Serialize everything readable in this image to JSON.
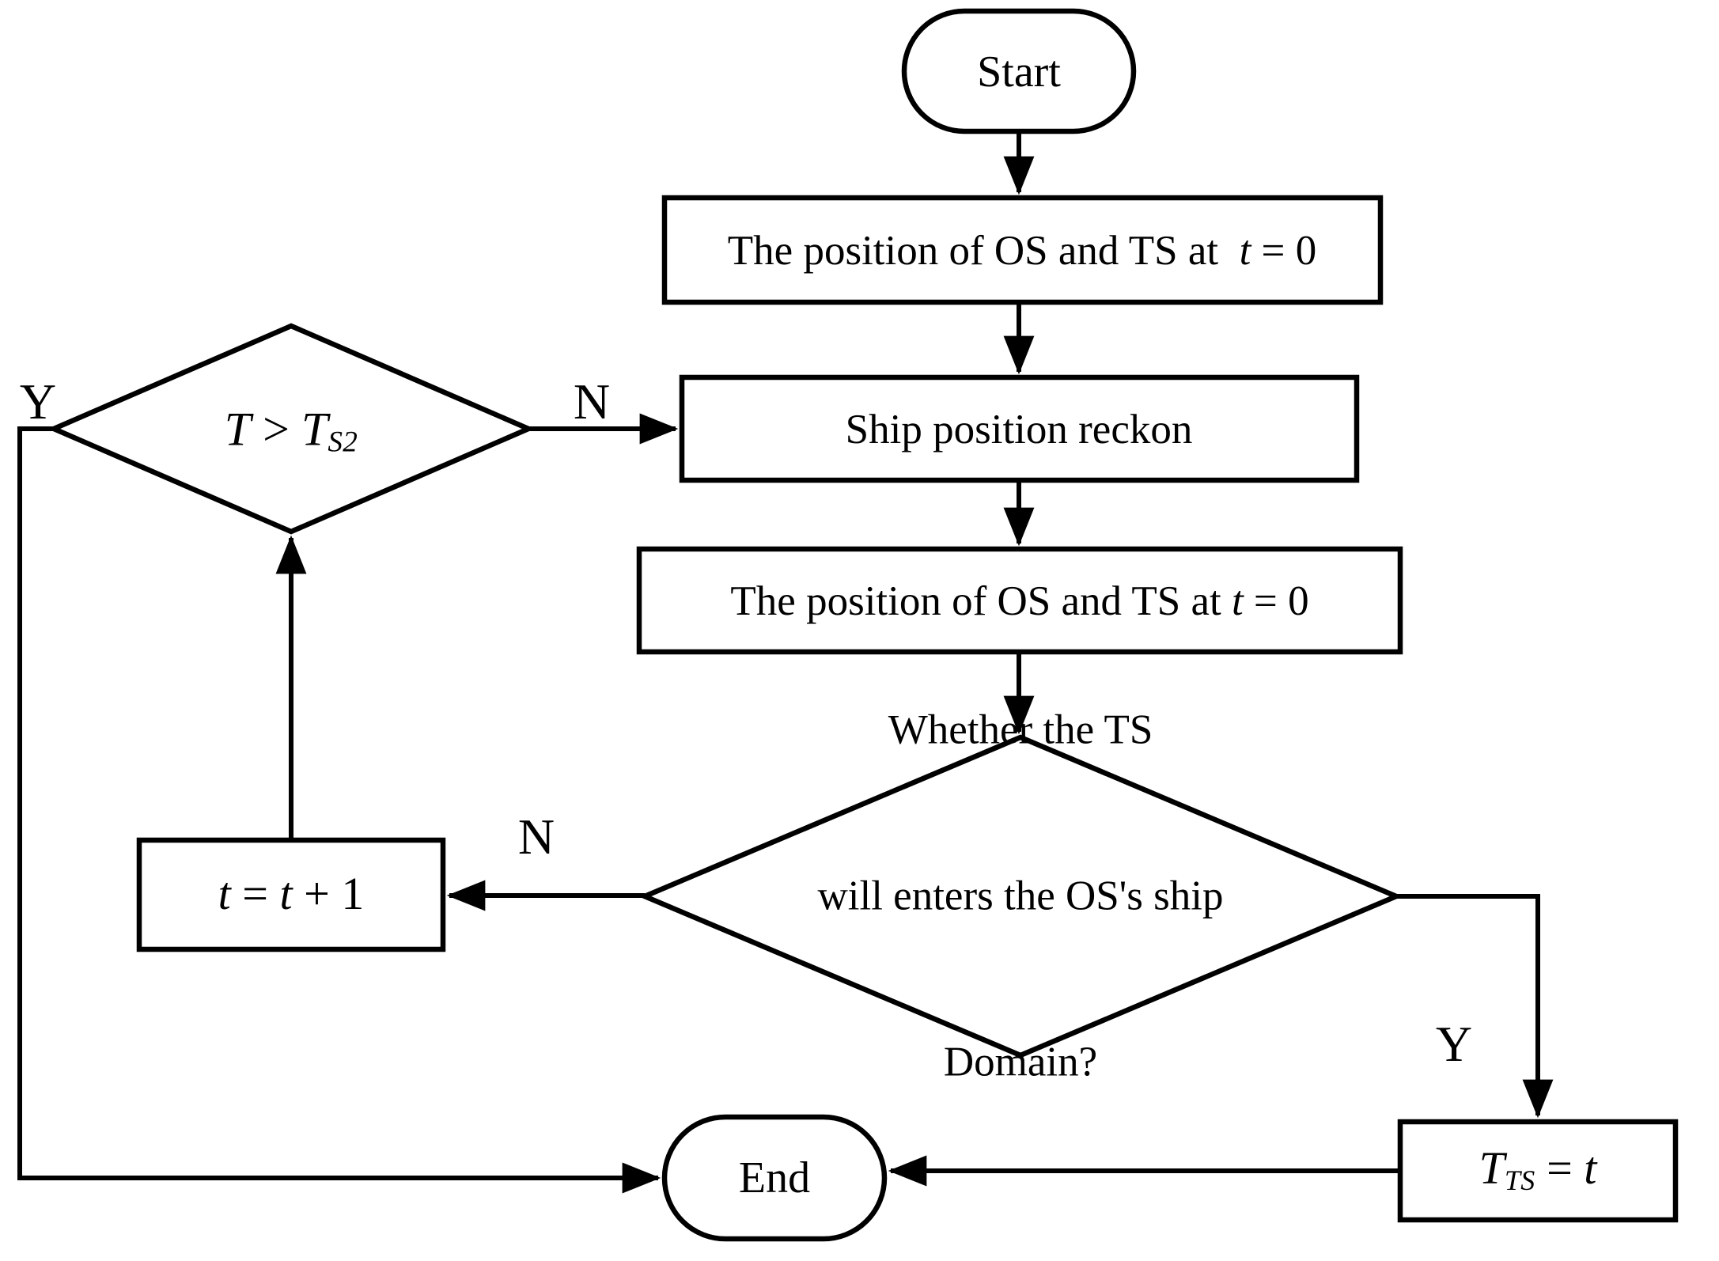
{
  "diagram": {
    "type": "flowchart",
    "colors": {
      "background": "#ffffff",
      "stroke": "#000000",
      "text": "#000000"
    },
    "nodes": {
      "start": {
        "shape": "terminator",
        "label": "Start"
      },
      "initial_position": {
        "shape": "process",
        "prefix": "The position of OS and TS at  ",
        "variable": "t",
        "suffix": " = 0"
      },
      "ship_position_reckon": {
        "shape": "process",
        "label": "Ship position reckon"
      },
      "position_update": {
        "shape": "process",
        "prefix": "The position of OS and TS at ",
        "variable": "t",
        "suffix": " = 0"
      },
      "ship_domain_decision": {
        "shape": "decision",
        "lines": [
          "Whether the TS",
          "will enters the OS's ship",
          "Domain?"
        ]
      },
      "time_limit_decision": {
        "shape": "decision",
        "lhs": "T",
        "operator": " > ",
        "rhs": "T",
        "rhs_subscript": "S2"
      },
      "increment_time": {
        "shape": "process",
        "lhs": "t",
        "equals": " = ",
        "rhs": "t",
        "increment": " + 1"
      },
      "set_tts": {
        "shape": "process",
        "lhs": "T",
        "lhs_subscript": "TS",
        "equals": " = ",
        "rhs": "t"
      },
      "end": {
        "shape": "terminator",
        "label": "End"
      }
    },
    "edge_labels": {
      "time_limit_yes": "Y",
      "time_limit_no": "N",
      "ship_domain_no": "N",
      "ship_domain_yes": "Y"
    }
  }
}
